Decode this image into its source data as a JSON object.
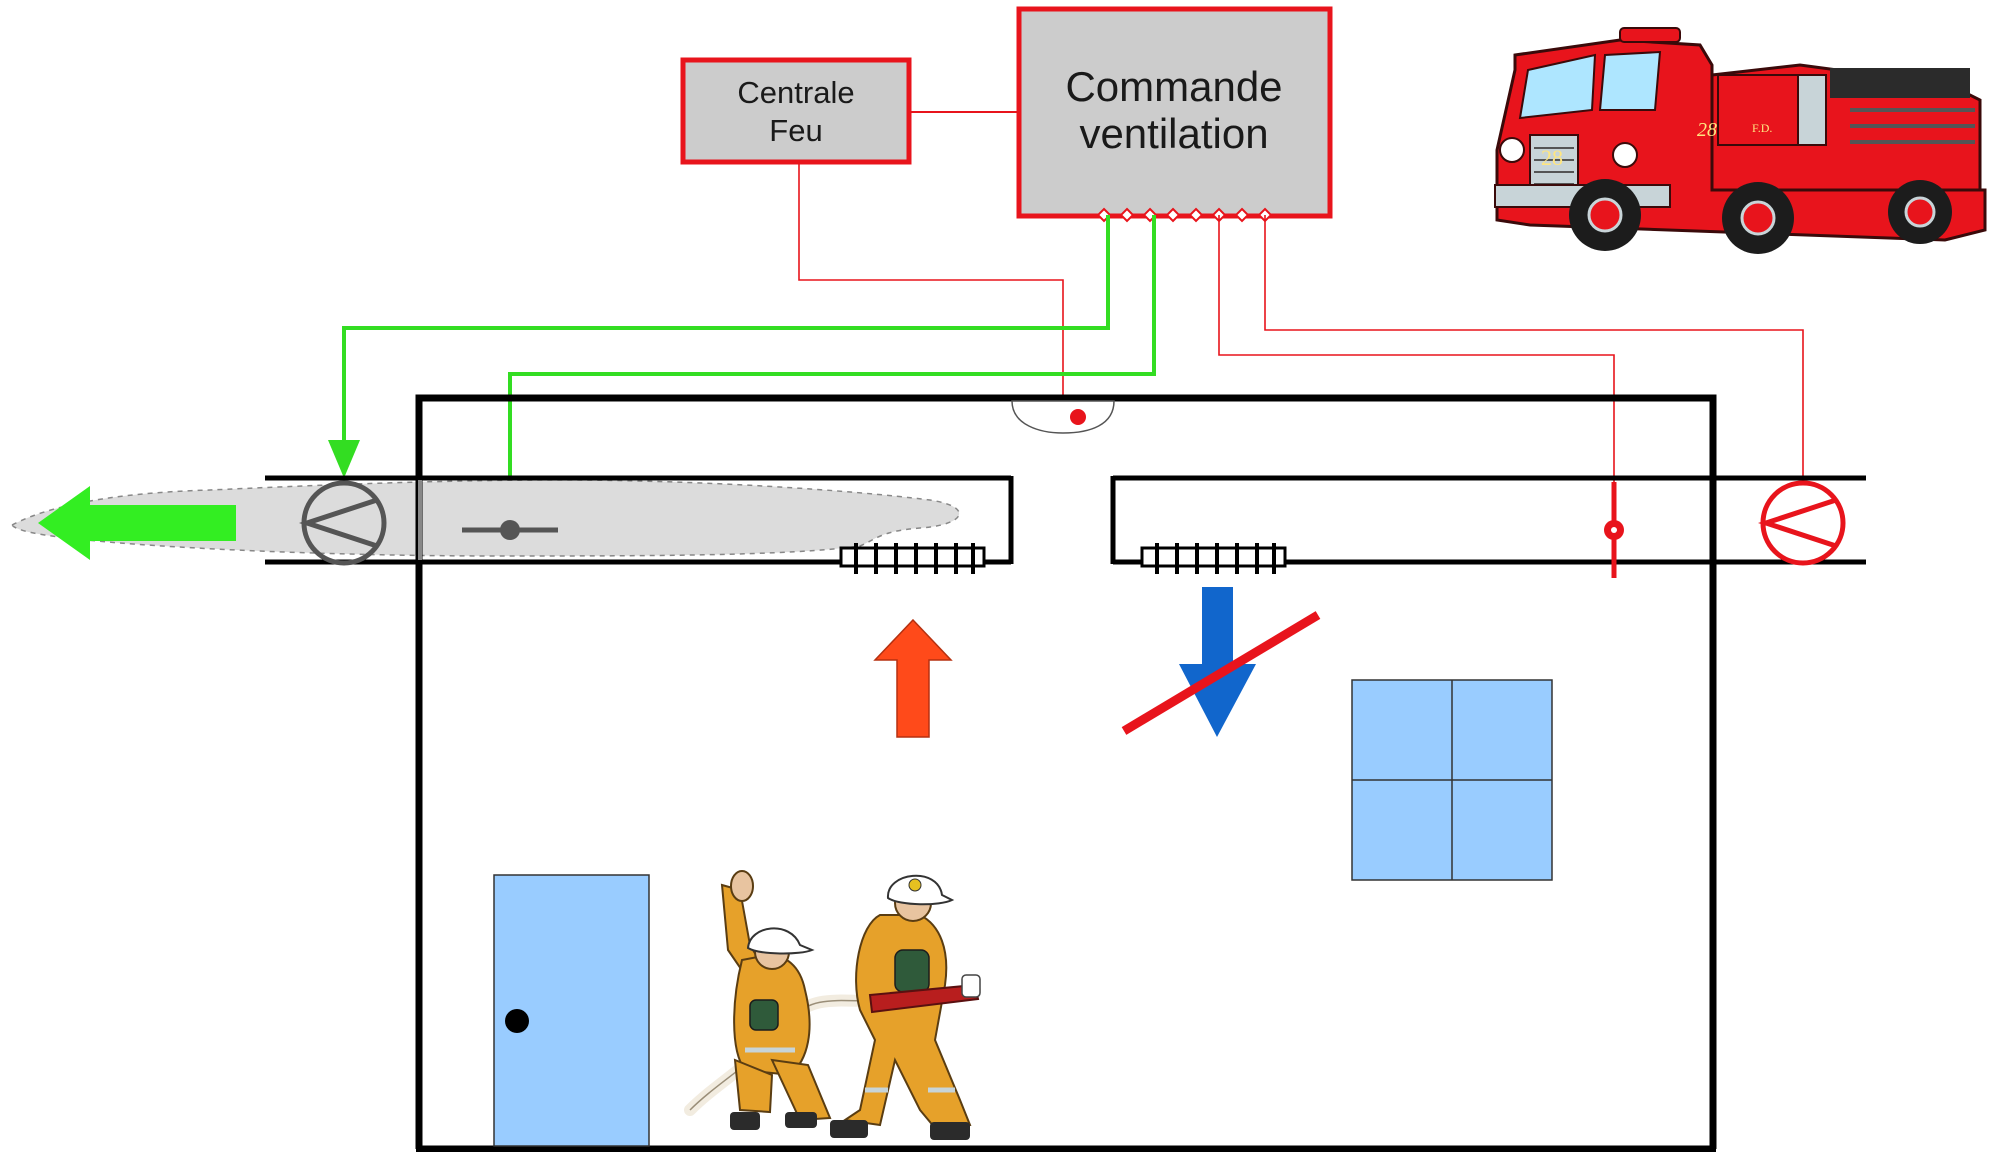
{
  "boxes": {
    "centrale_feu": {
      "line1": "Centrale",
      "line2": "Feu"
    },
    "commande_ventilation": {
      "line1": "Commande",
      "line2": "ventilation"
    }
  },
  "truck": {
    "number": "28",
    "badge": "F.D."
  },
  "colors": {
    "control_red": "#e8141c",
    "signal_green": "#33dd22",
    "exhaust_green": "#33ee22",
    "smoke_gray": "#dcdcdc",
    "supply_blue": "#1166cc",
    "extract_orange": "#ff4a1a",
    "light_blue": "#99ccff",
    "wall_black": "#000000",
    "box_fill": "#cccccc",
    "firefighter_yellow": "#e6a12a"
  },
  "icons": [
    "exhaust-fan-icon",
    "exhaust-damper-icon",
    "supply-damper-icon",
    "supply-fan-icon",
    "smoke-detector-icon",
    "extract-grille-icon",
    "supply-grille-icon",
    "fire-truck-icon",
    "firefighters-icon",
    "door-icon",
    "window-icon"
  ]
}
